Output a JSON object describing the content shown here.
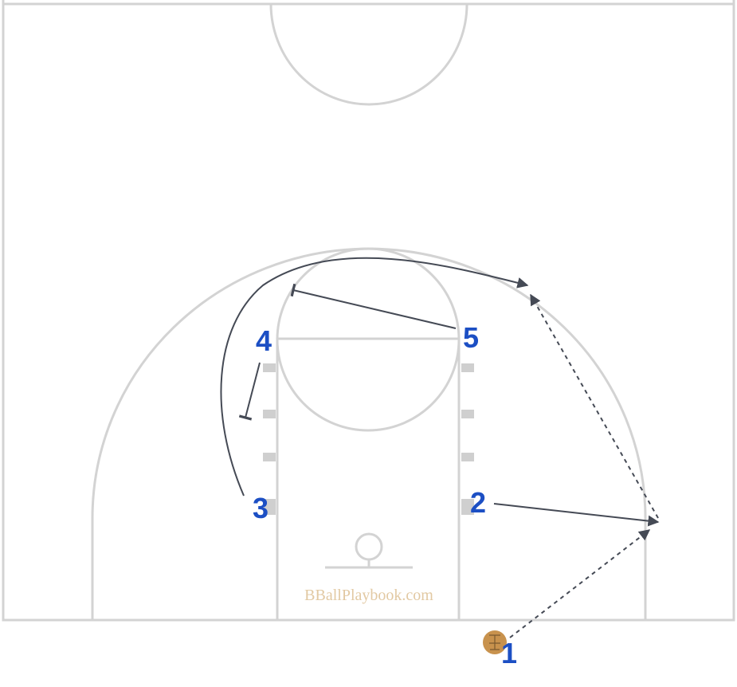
{
  "watermark": "BBallPlaybook.com",
  "colors": {
    "court_lines": "#d3d3d3",
    "player_numbers": "#1c4fc4",
    "movement_lines": "#454a55",
    "ball": "#c8924d",
    "watermark": "#e2c9a3"
  },
  "players": [
    {
      "id": "1",
      "label": "1"
    },
    {
      "id": "2",
      "label": "2"
    },
    {
      "id": "3",
      "label": "3"
    },
    {
      "id": "4",
      "label": "4"
    },
    {
      "id": "5",
      "label": "5"
    }
  ],
  "actions": [
    {
      "type": "pass",
      "from": "1",
      "to": "2-spot"
    },
    {
      "type": "cut",
      "player": "2",
      "to": "right wing"
    },
    {
      "type": "pass",
      "from": "right wing",
      "to": "top right"
    },
    {
      "type": "cut",
      "player": "3",
      "to": "top right"
    },
    {
      "type": "screen",
      "player": "4"
    },
    {
      "type": "screen",
      "player": "5"
    }
  ],
  "icons": [
    "basketball-icon"
  ]
}
